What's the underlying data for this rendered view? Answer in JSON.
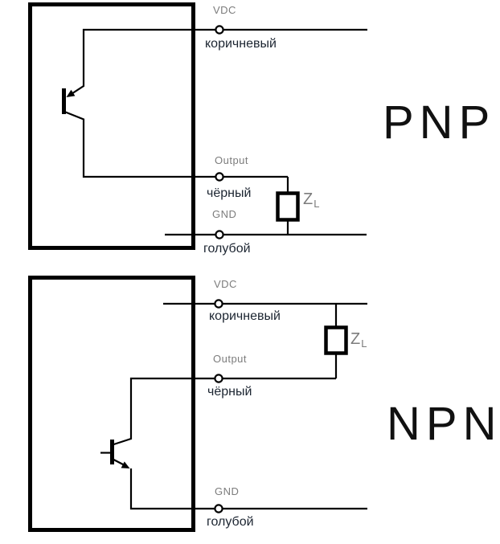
{
  "colors": {
    "line": "#000000",
    "terminal_label": "#7c7c7c",
    "wire_label": "#1c2531",
    "type_label": "#111111",
    "background": "#ffffff"
  },
  "pnp": {
    "type_label": "PNP",
    "terminals": {
      "vdc": {
        "label": "VDC",
        "wire": "коричневый"
      },
      "output": {
        "label": "Output",
        "wire": "чёрный"
      },
      "gnd": {
        "label": "GND",
        "wire": "голубой"
      }
    },
    "load": {
      "symbol": "Z",
      "subscript": "L"
    }
  },
  "npn": {
    "type_label": "NPN",
    "terminals": {
      "vdc": {
        "label": "VDC",
        "wire": "коричневый"
      },
      "output": {
        "label": "Output",
        "wire": "чёрный"
      },
      "gnd": {
        "label": "GND",
        "wire": "голубой"
      }
    },
    "load": {
      "symbol": "Z",
      "subscript": "L"
    }
  }
}
